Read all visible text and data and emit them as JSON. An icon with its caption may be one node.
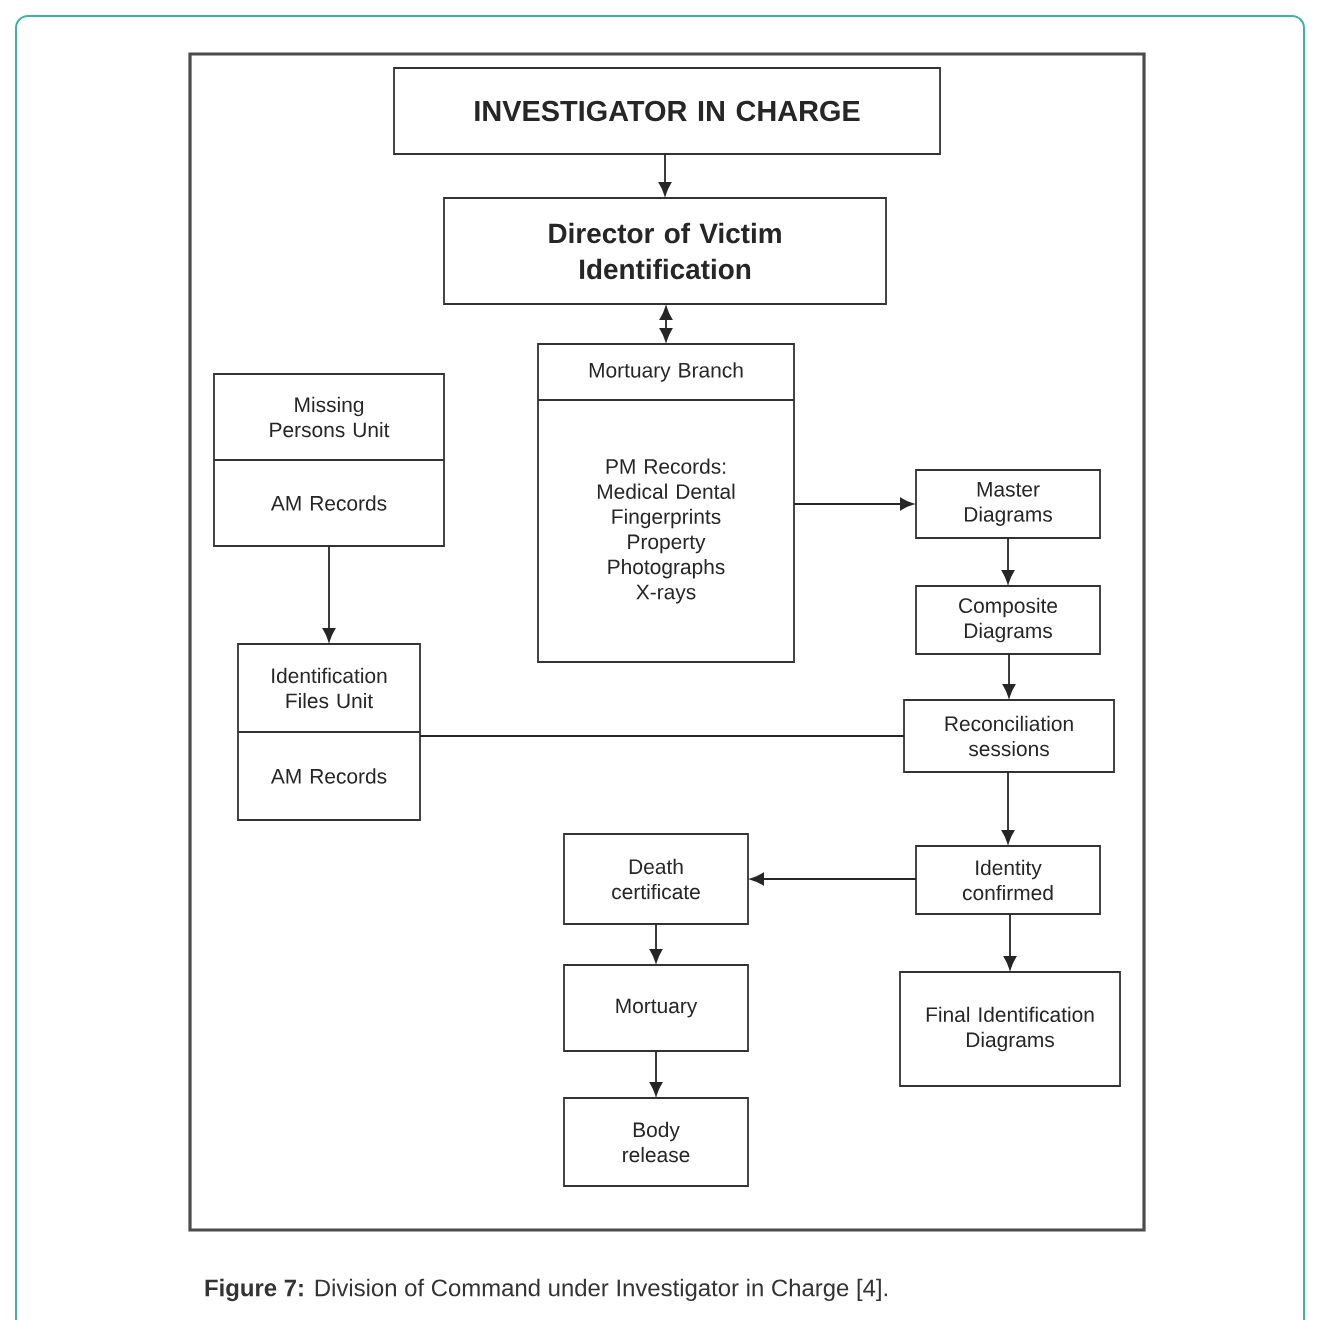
{
  "diagram": {
    "caption": "**Figure 7:** Division of Command under Investigator in Charge [4].",
    "nodes": [
      {
        "text": [
          "INVESTIGATOR IN CHARGE"
        ]
      },
      {
        "text": [
          "Director of Victim Identification"
        ]
      },
      {
        "text": [
          "Mortuary Branch",
          "PM Records: Medical Dental Fingerprints Property Photographs X-rays"
        ]
      },
      {
        "text": [
          "Missing Persons Unit",
          "AM Records"
        ]
      },
      {
        "text": [
          "Identification Files Unit",
          "AM Records"
        ]
      },
      {
        "text": [
          "Master Diagrams"
        ]
      },
      {
        "text": [
          "Composite Diagrams"
        ]
      },
      {
        "text": [
          "Reconciliation sessions"
        ]
      },
      {
        "text": [
          "Identity confirmed"
        ]
      },
      {
        "text": [
          "Death certificate"
        ]
      },
      {
        "text": [
          "Final Identification Diagrams"
        ]
      },
      {
        "text": [
          "Mortuary"
        ]
      },
      {
        "text": [
          "Body release"
        ]
      }
    ],
    "edges": [
      {
        "from": 0,
        "to": 1,
        "arrow": "to"
      },
      {
        "from": 1,
        "to": 2,
        "arrow": "both"
      },
      {
        "from": 3,
        "to": 4,
        "arrow": "to"
      },
      {
        "from": 2,
        "to": 5,
        "arrow": "to"
      },
      {
        "from": 5,
        "to": 6,
        "arrow": "to"
      },
      {
        "from": 6,
        "to": 7,
        "arrow": "to"
      },
      {
        "from": 4,
        "to": 7,
        "arrow": "none"
      },
      {
        "from": 7,
        "to": 8,
        "arrow": "to"
      },
      {
        "from": 8,
        "to": 9,
        "arrow": "to"
      },
      {
        "from": 8,
        "to": 10,
        "arrow": "to"
      },
      {
        "from": 9,
        "to": 11,
        "arrow": "to"
      },
      {
        "from": 11,
        "to": 12,
        "arrow": "to"
      }
    ]
  }
}
